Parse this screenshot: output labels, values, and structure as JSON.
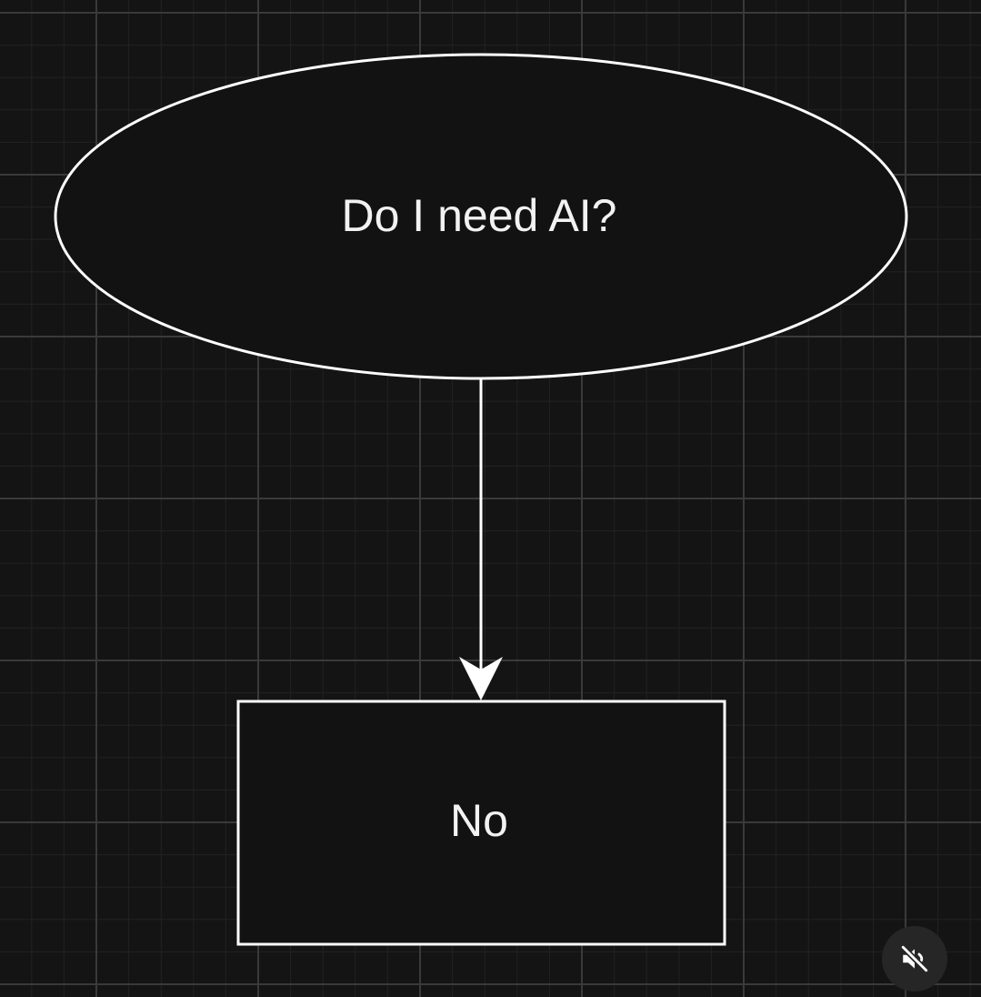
{
  "diagram": {
    "type": "flowchart",
    "nodes": [
      {
        "id": "question",
        "shape": "ellipse",
        "label": "Do I need AI?"
      },
      {
        "id": "answer",
        "shape": "rectangle",
        "label": "No"
      }
    ],
    "edges": [
      {
        "from": "question",
        "to": "answer",
        "arrow": "filled"
      }
    ]
  },
  "controls": {
    "mute_icon": "speaker-muted-icon"
  },
  "colors": {
    "background": "#141414",
    "grid_major": "#3a3a3a",
    "grid_minor": "#222222",
    "stroke": "#ffffff",
    "node_fill": "#121212",
    "text": "#f2f2f2"
  }
}
